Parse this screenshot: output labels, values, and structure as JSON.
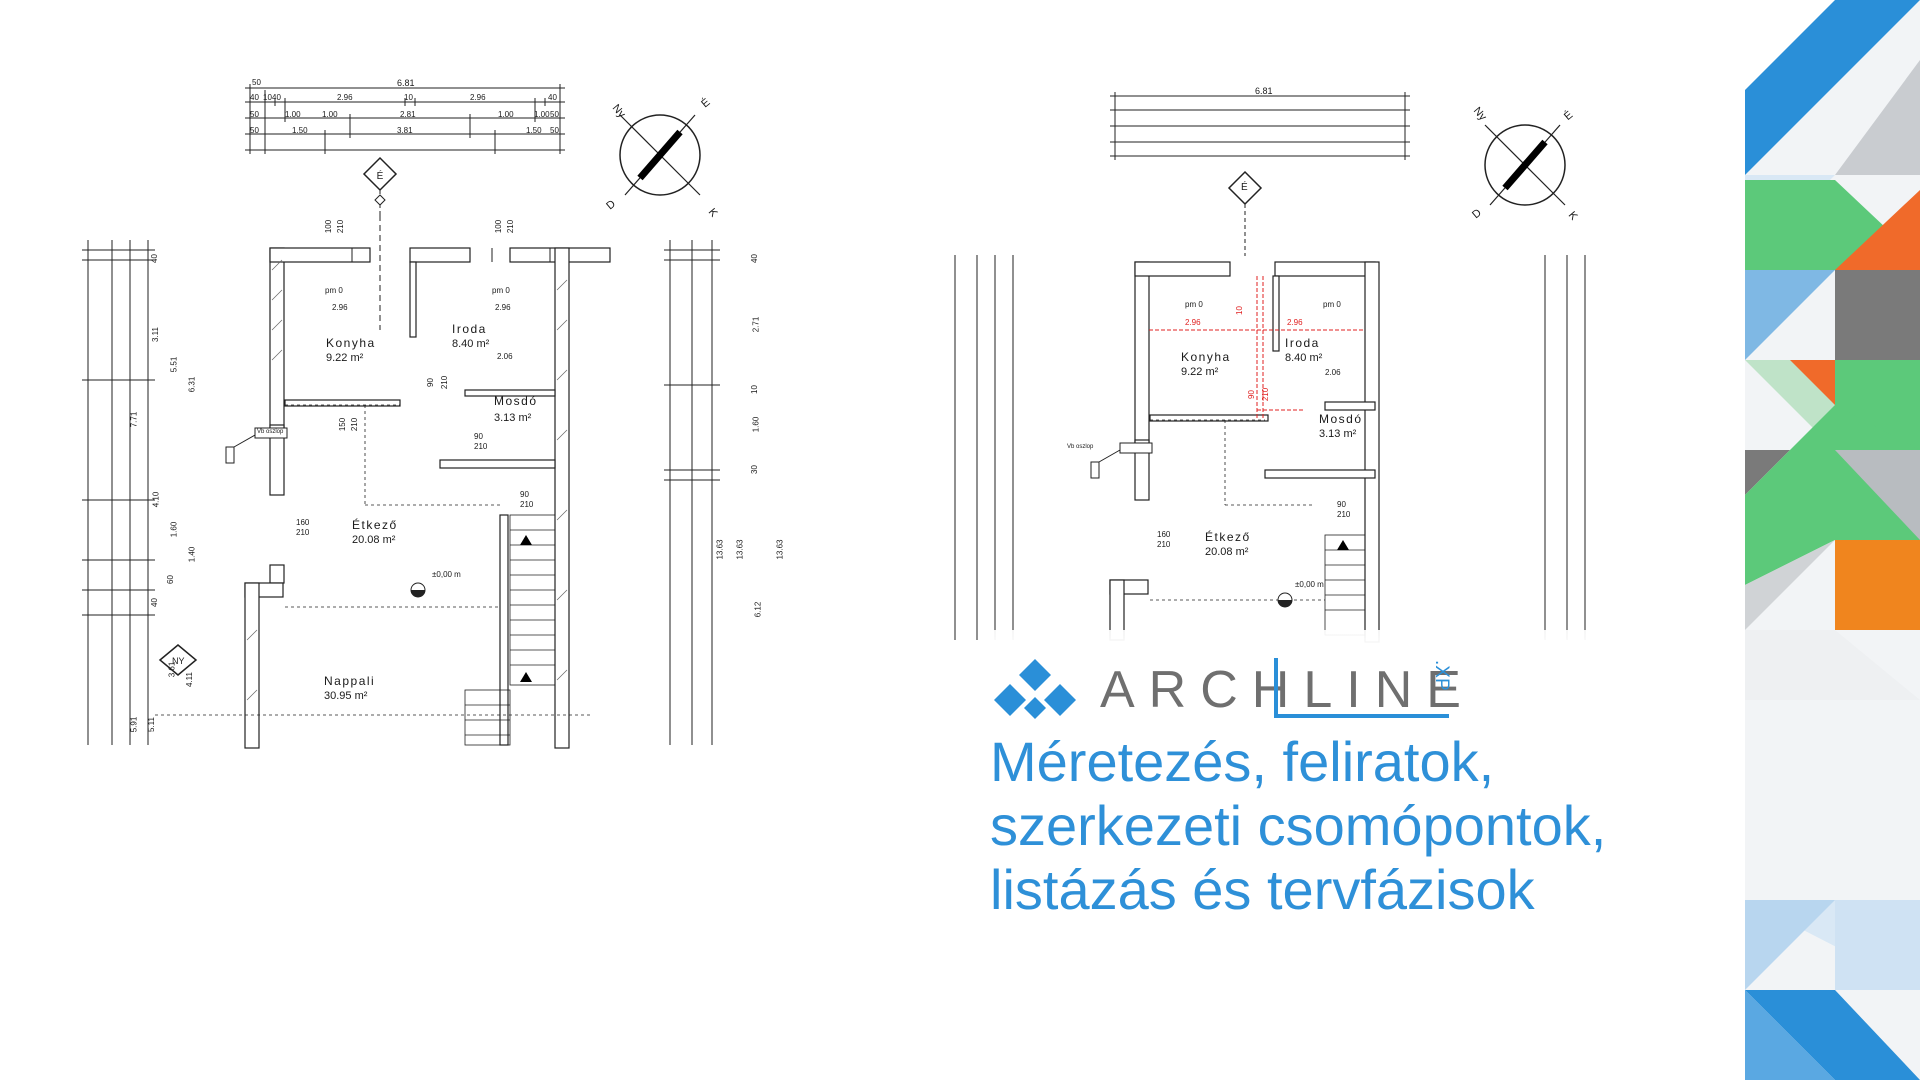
{
  "plan": {
    "dims_top_total": "6.81",
    "dims_row_a": [
      "40",
      "10",
      "40",
      "2.96",
      "10",
      "2.96",
      "40"
    ],
    "dims_row_b": [
      "50",
      "1.00",
      "1.00",
      "2.81",
      "1.00",
      "1.00",
      "50"
    ],
    "dims_row_c": [
      "50",
      "1.50",
      "3.81",
      "1.50",
      "50"
    ],
    "dims_top_50": "50",
    "north_label": "É",
    "compass": {
      "ny": "Ny",
      "e": "É",
      "d": "D",
      "k": "K"
    },
    "west_label": "NY",
    "window_labels": {
      "w1_a": "100",
      "w1_b": "210",
      "w2_a": "100",
      "w2_b": "210"
    },
    "pm_left": "pm 0",
    "pm_right": "pm 0",
    "inner_dims": {
      "left": "2.96",
      "right": "2.96",
      "mosdo_w": "2.06"
    },
    "rooms": {
      "konyha": {
        "name": "Konyha",
        "area": "9.22 m²"
      },
      "iroda": {
        "name": "Iroda",
        "area": "8.40 m²"
      },
      "mosdo": {
        "name": "Mosdó",
        "area": "3.13 m²"
      },
      "etkezo": {
        "name": "Étkező",
        "area": "20.08 m²"
      },
      "nappali": {
        "name": "Nappali",
        "area": "30.95 m²"
      }
    },
    "door_labels": {
      "d1_a": "90",
      "d1_b": "210",
      "d2_a": "150",
      "d2_b": "210",
      "d3_a": "90",
      "d3_b": "210",
      "d4_a": "90",
      "d4_b": "210",
      "d5_a": "160",
      "d5_b": "210"
    },
    "level_label": "±0,00 m",
    "column_label": "Vb oszlop",
    "left_dims": {
      "h40a": "40",
      "h311": "3.11",
      "h551": "5.51",
      "h631": "6.31",
      "h771": "7.71",
      "h410": "4.10",
      "h160": "1.60",
      "h140": "1.40",
      "h60": "60",
      "h40b": "40",
      "h361": "3.61",
      "h411": "4.11",
      "h591": "5.91",
      "h511": "5.11"
    },
    "right_dims": {
      "r40": "40",
      "r271": "2.71",
      "r10": "10",
      "r160": "1.60",
      "r30": "30",
      "r1363a": "13.63",
      "r1363b": "13.63",
      "r1363c": "13.63",
      "r612": "6.12"
    }
  },
  "plan2_extra": {
    "red_left": "2.96",
    "red_mid": "10",
    "red_right": "2.96",
    "red_door_a": "90",
    "red_door_b": "210"
  },
  "logo": {
    "text": "ARCHLINE",
    "suffix": ".XP"
  },
  "headline": {
    "line1": "Méretezés, feliratok,",
    "line2": "szerkezeti csomópontok,",
    "line3": "listázás és tervfázisok"
  },
  "colors": {
    "accent_blue": "#2e90d8",
    "logo_gray": "#6f6f6f",
    "dim_red": "#e02020",
    "deco_blue": "#2a8fd8",
    "deco_green": "#5cc97a",
    "deco_orange": "#f06a2a",
    "deco_gray": "#7a7a7a"
  }
}
